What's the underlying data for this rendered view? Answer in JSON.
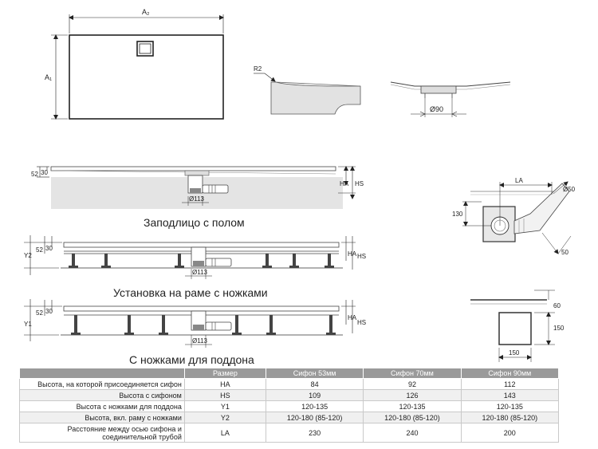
{
  "top_dims": {
    "a2": "A₂",
    "a1": "A₁",
    "r2": "R2",
    "d90": "Ø90"
  },
  "side_dims": {
    "d52": "52",
    "d30": "30",
    "ha": "HA",
    "hs": "HS",
    "d113": "Ø113",
    "y1": "Y1",
    "y2": "Y2"
  },
  "captions": {
    "flush": "Заподлицо с полом",
    "frame": "Установка на раме с ножками",
    "legs": "С ножками для поддона"
  },
  "right_dims": {
    "la": "LA",
    "d50": "Ø50",
    "v130": "130",
    "v50": "50",
    "v60": "60",
    "v150": "150",
    "h150": "150"
  },
  "table": {
    "headers": [
      "",
      "Размер",
      "Сифон 53мм",
      "Сифон 70мм",
      "Сифон 90мм"
    ],
    "rows": [
      {
        "param": "Высота, на которой присоединяется сифон",
        "size": "HA",
        "s53": "84",
        "s70": "92",
        "s90": "112"
      },
      {
        "param": "Высота с сифоном",
        "size": "HS",
        "s53": "109",
        "s70": "126",
        "s90": "143"
      },
      {
        "param": "Высота с ножками для поддона",
        "size": "Y1",
        "s53": "120-135",
        "s70": "120-135",
        "s90": "120-135"
      },
      {
        "param": "Высота, вкл. раму с ножками",
        "size": "Y2",
        "s53": "120-180 (85-120)",
        "s70": "120-180 (85-120)",
        "s90": "120-180 (85-120)"
      },
      {
        "param_l1": "Расстояние между осью сифона и",
        "param_l2": "соединительной трубой",
        "size": "LA",
        "s53": "230",
        "s70": "240",
        "s90": "200"
      }
    ]
  }
}
